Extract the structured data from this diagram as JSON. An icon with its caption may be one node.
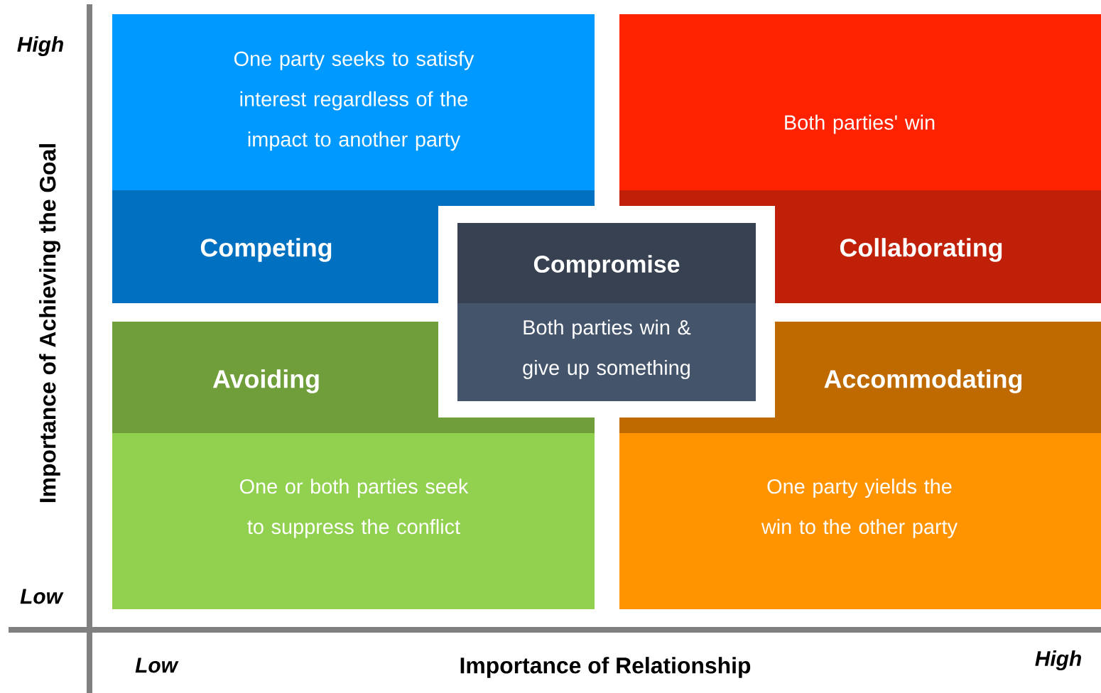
{
  "diagram": {
    "nodes": [
      {
        "text": [
          "One party seeks to satisfy interest regardless of the impact to another party",
          "Competing"
        ]
      },
      {
        "text": [
          "Both parties' win",
          "Collaborating"
        ]
      },
      {
        "text": [
          "Compromise",
          "Both parties win & give up something"
        ]
      },
      {
        "text": [
          "Avoiding",
          "One or both parties seek to suppress the conflict"
        ]
      },
      {
        "text": [
          "Accommodating",
          "One party yields the win to the other party"
        ]
      }
    ],
    "labels": [
      "High",
      "Importance of Achieving the Goal",
      "Low",
      "Low",
      "Importance of Relationship",
      "High"
    ]
  }
}
